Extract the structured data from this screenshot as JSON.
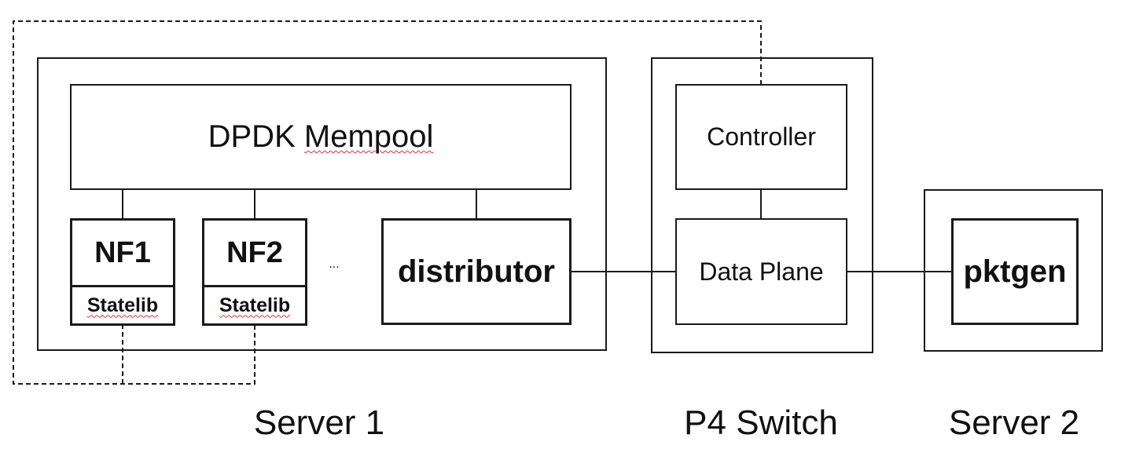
{
  "server1": {
    "caption": "Server 1",
    "mempool": {
      "prefix": "DPDK",
      "word": "Mempool"
    },
    "nfs": [
      {
        "name": "NF1",
        "lib": "Statelib"
      },
      {
        "name": "NF2",
        "lib": "Statelib"
      }
    ],
    "ellipsis": "...",
    "distributor": "distributor"
  },
  "p4switch": {
    "caption": "P4 Switch",
    "controller": "Controller",
    "dataplane": "Data Plane"
  },
  "server2": {
    "caption": "Server 2",
    "pktgen": "pktgen"
  },
  "colors": {
    "line": "#1a1a1a",
    "spellcheck": "#e03030"
  }
}
